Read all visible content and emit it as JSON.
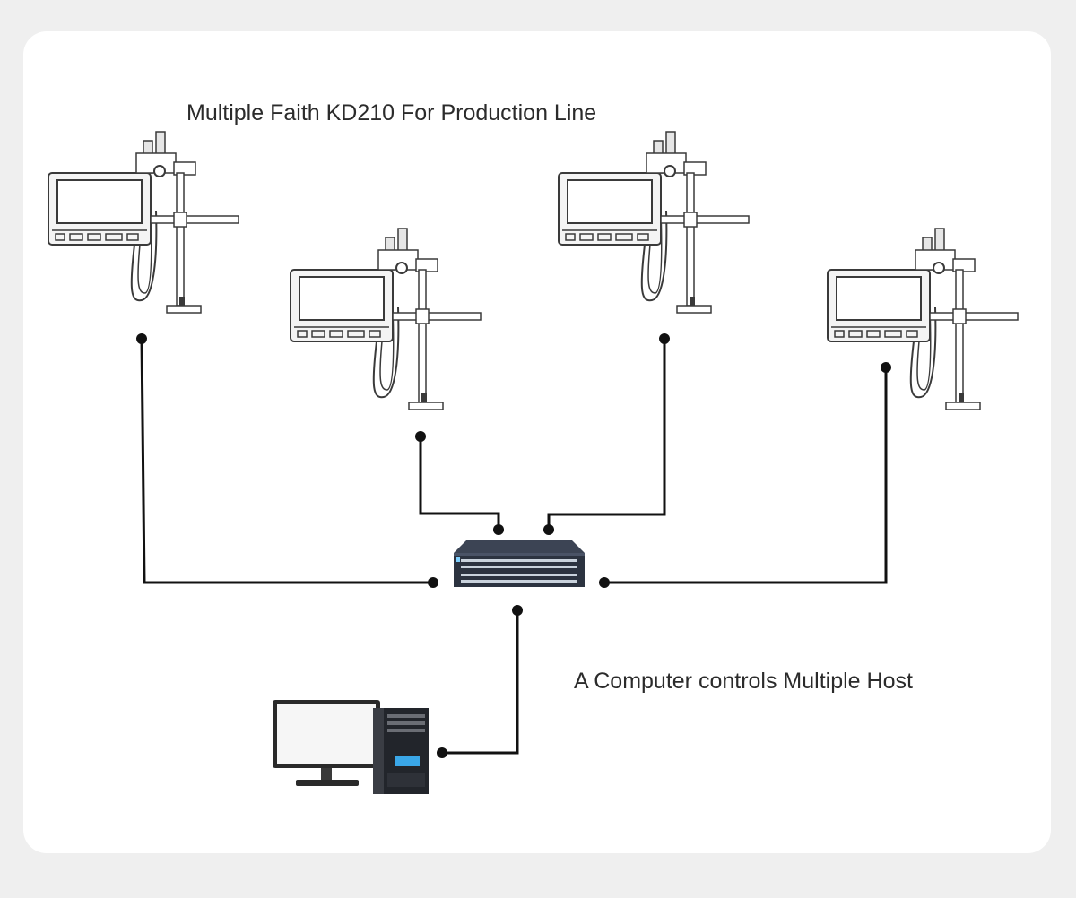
{
  "diagram": {
    "title": "Multiple Faith KD210 For Production Line",
    "caption": "A Computer controls Multiple Host"
  },
  "colors": {
    "background": "#efefef",
    "card": "#ffffff",
    "line": "#111111",
    "printer_outline": "#3a3a3a",
    "switch_body": "#2c3340",
    "pc_screen": "#3aa7e8"
  },
  "nodes": [
    {
      "id": "printer-1",
      "kind": "inkjet-printer"
    },
    {
      "id": "printer-2",
      "kind": "inkjet-printer"
    },
    {
      "id": "printer-3",
      "kind": "inkjet-printer"
    },
    {
      "id": "printer-4",
      "kind": "inkjet-printer"
    },
    {
      "id": "network-switch",
      "kind": "switch"
    },
    {
      "id": "computer",
      "kind": "desktop-pc"
    }
  ],
  "edges": [
    {
      "from": "printer-1",
      "to": "network-switch"
    },
    {
      "from": "printer-2",
      "to": "network-switch"
    },
    {
      "from": "printer-3",
      "to": "network-switch"
    },
    {
      "from": "printer-4",
      "to": "network-switch"
    },
    {
      "from": "computer",
      "to": "network-switch"
    }
  ]
}
